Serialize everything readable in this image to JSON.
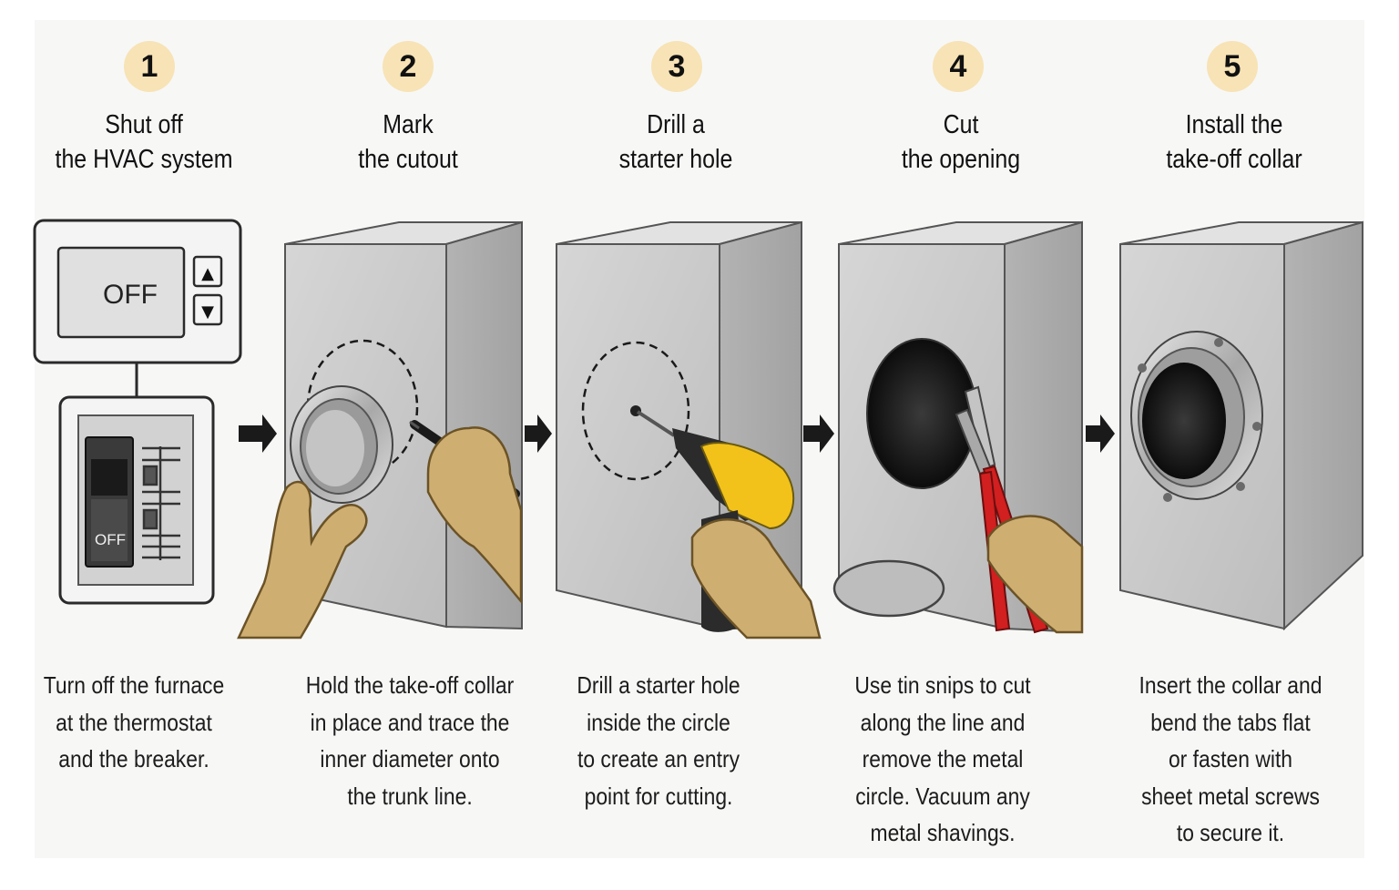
{
  "steps": [
    {
      "number": "1",
      "title": [
        "Shut off",
        "the HVAC system"
      ],
      "description": [
        "Turn off the furnace",
        "at the thermostat",
        "and the breaker."
      ]
    },
    {
      "number": "2",
      "title": [
        "Mark",
        "the cutout"
      ],
      "description": [
        "Hold the take-off collar",
        "in place and trace the",
        "inner diameter onto",
        "the trunk line."
      ]
    },
    {
      "number": "3",
      "title": [
        "Drill a",
        "starter hole"
      ],
      "description": [
        "Drill a starter hole",
        "inside the circle",
        "to create an entry",
        "point for cutting."
      ]
    },
    {
      "number": "4",
      "title": [
        "Cut",
        "the opening"
      ],
      "description": [
        "Use tin snips to cut",
        "along the line and",
        "remove the metal",
        "circle. Vacuum any",
        "metal shavings."
      ]
    },
    {
      "number": "5",
      "title": [
        "Install the",
        "take-off collar"
      ],
      "description": [
        "Insert the collar and",
        "bend the tabs flat",
        "or fasten with",
        "sheet metal screws",
        "to secure it."
      ]
    }
  ],
  "thermostat": {
    "display": "OFF",
    "up_glyph": "▲",
    "down_glyph": "▼"
  },
  "breaker": {
    "label": "OFF"
  },
  "colors": {
    "badge": "#f7e3b5",
    "duct": "#c9c9c9",
    "glove": "#cfae72",
    "drill": "#f2c21b",
    "snips": "#d21f1f"
  }
}
